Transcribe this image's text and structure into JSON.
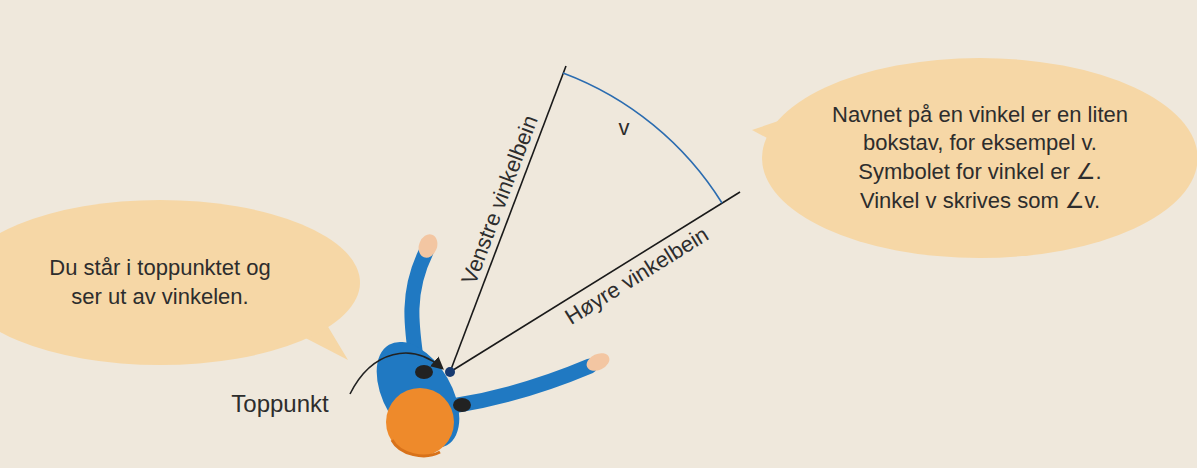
{
  "diagram": {
    "nodes": [
      {
        "text": [
          "Du står i toppunktet og ser ut av vinkelen."
        ]
      },
      {
        "text": [
          "Navnet på en vinkel er en liten bokstav, for eksempel v. Symbolet for vinkel er ∠. Vinkel v skrives som ∠v."
        ]
      }
    ],
    "labels": [
      "Venstre vinkelbein",
      "Høyre vinkelbein",
      "v",
      "Toppunkt"
    ]
  }
}
